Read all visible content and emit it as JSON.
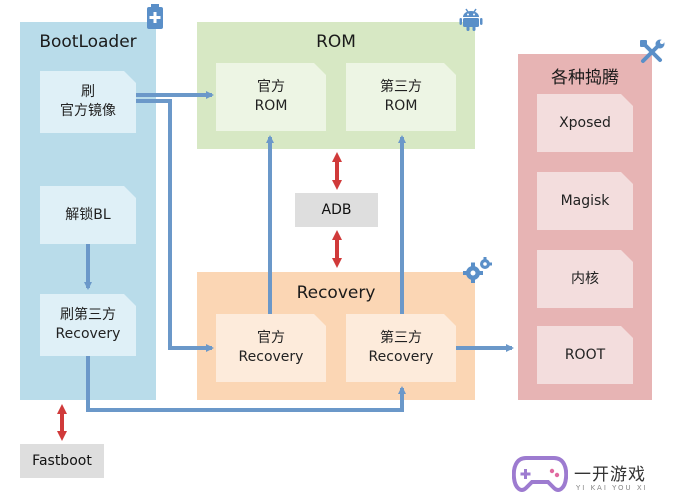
{
  "colors": {
    "bootloader_bg": "#b9dcea",
    "bootloader_card": "#dff0f7",
    "rom_bg": "#d7e8c4",
    "rom_card": "#edf5e4",
    "recovery_bg": "#fbd6b4",
    "recovery_card": "#fdebdb",
    "tinker_bg": "#e7b4b4",
    "tinker_card": "#f3dddd",
    "blue_arrow": "#6b98c9",
    "red_arrow": "#d03a3a",
    "gray_box": "#dedede"
  },
  "bootloader": {
    "title": "BootLoader",
    "flash_rom": "刷\n官方镜像",
    "unlock": "解锁BL",
    "flash_recovery": "刷第三方\nRecovery"
  },
  "rom": {
    "title": "ROM",
    "official": "官方\nROM",
    "third_party": "第三方\nROM"
  },
  "recovery": {
    "title": "Recovery",
    "official": "官方\nRecovery",
    "third_party": "第三方\nRecovery"
  },
  "tinker": {
    "title": "各种捣腾",
    "items": [
      "Xposed",
      "Magisk",
      "内核",
      "ROOT"
    ]
  },
  "adb": "ADB",
  "fastboot": "Fastboot",
  "icons": {
    "bootloader": "battery-plus-icon",
    "rom": "android-icon",
    "recovery": "gears-icon",
    "tinker": "tools-icon",
    "watermark": "gamepad-logo-icon"
  },
  "watermark": {
    "name": "一开游戏",
    "pinyin": "YI KAI YOU XI"
  }
}
